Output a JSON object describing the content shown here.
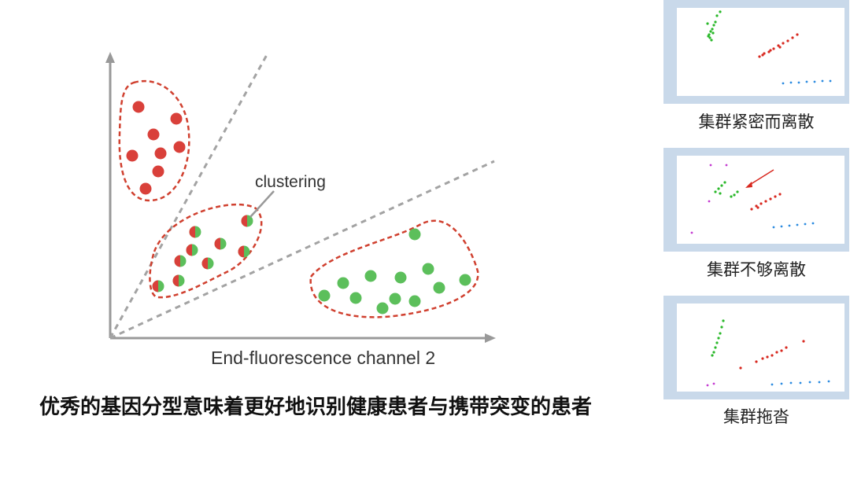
{
  "diagram": {
    "clustering_label": "clustering",
    "xaxis_label": "End-fluorescence channel 2",
    "colors": {
      "red": "#d9403a",
      "green": "#5cbf5b",
      "cluster_outline": "#d0402f",
      "axis": "#999999",
      "divider": "#a3a3a3"
    }
  },
  "caption": "优秀的基因分型意味着更好地识别健康患者与携带突变的患者",
  "thumbnails": [
    {
      "caption": "集群紧密而离散"
    },
    {
      "caption": "集群不够离散"
    },
    {
      "caption": "集群拖沓"
    }
  ]
}
